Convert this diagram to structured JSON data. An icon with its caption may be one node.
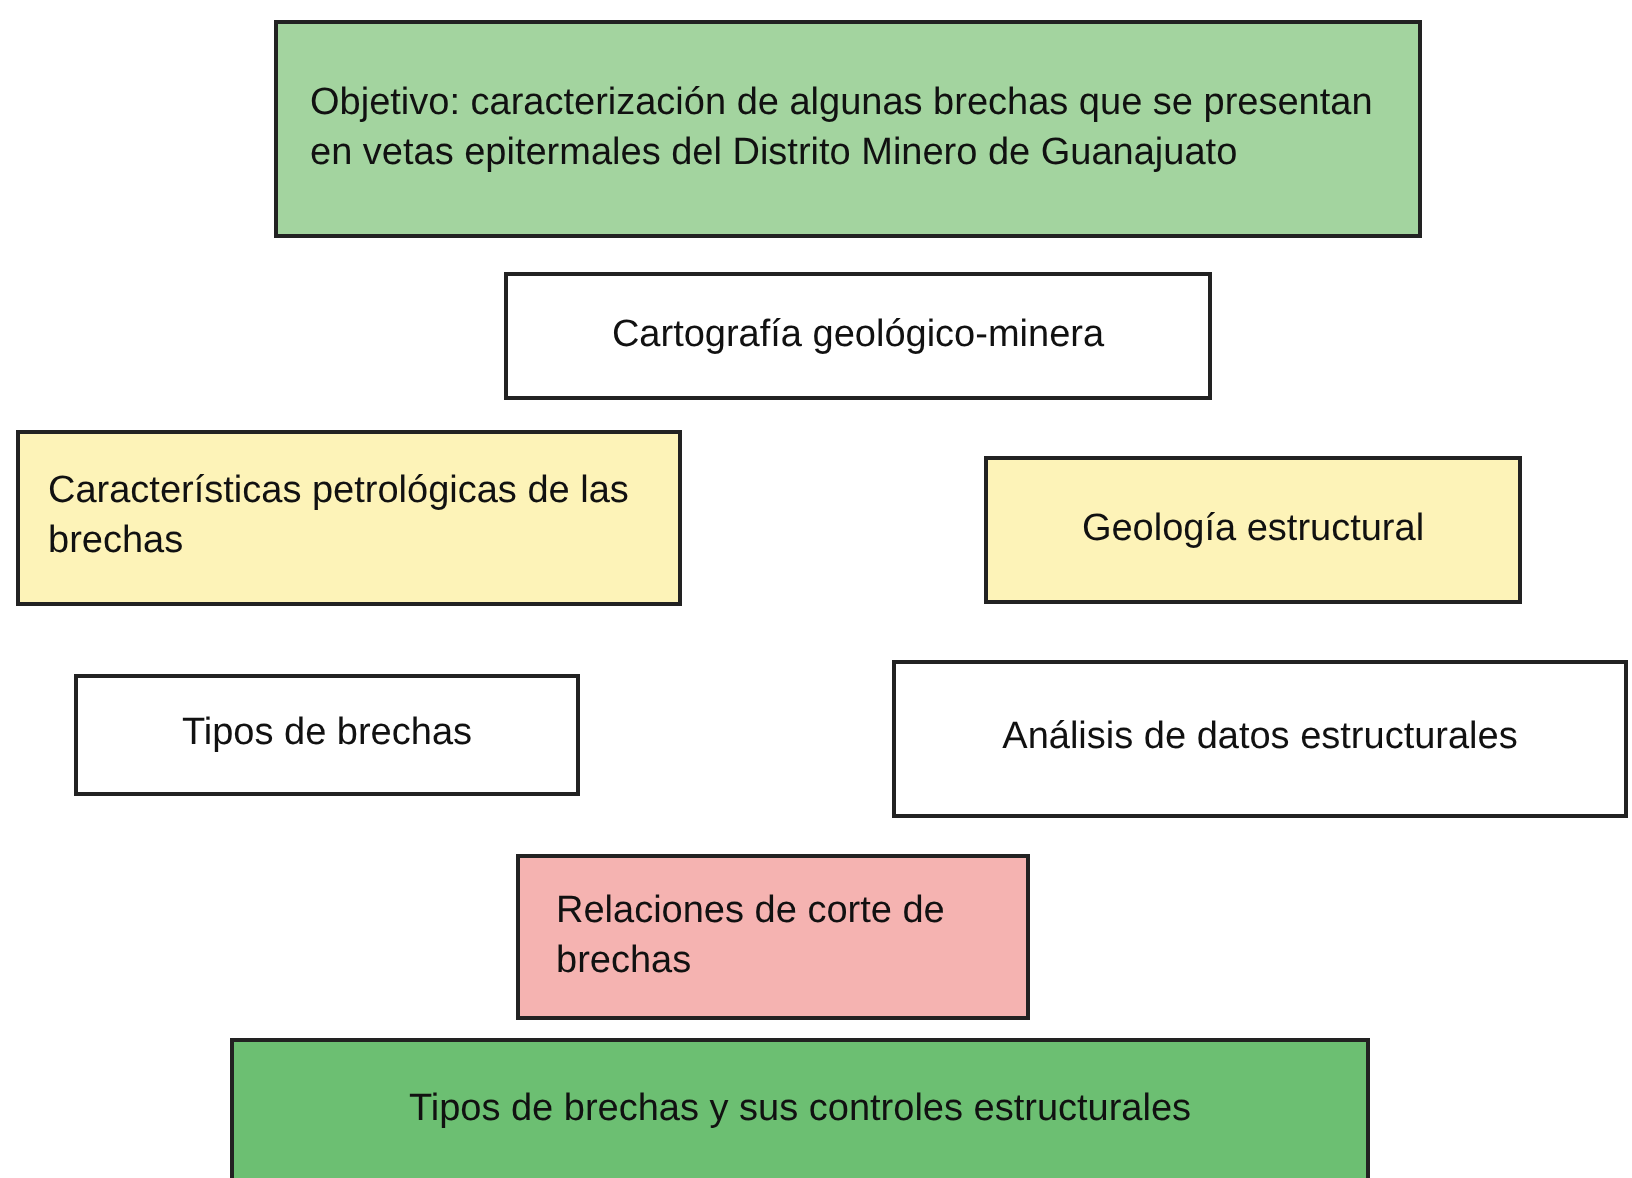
{
  "diagram": {
    "nodes": [
      {
        "text": [
          "Objetivo: caracterización de algunas brechas que se presentan en vetas epitermales del Distrito Minero de Guanajuato"
        ]
      },
      {
        "text": [
          "Cartografía geológico-minera"
        ]
      },
      {
        "text": [
          "Características petrológicas de las brechas"
        ]
      },
      {
        "text": [
          "Geología estructural"
        ]
      },
      {
        "text": [
          "Tipos de brechas"
        ]
      },
      {
        "text": [
          "Análisis de datos estructurales"
        ]
      },
      {
        "text": [
          "Relaciones de corte de brechas"
        ]
      },
      {
        "text": [
          "Tipos de brechas y sus controles estructurales"
        ]
      }
    ]
  }
}
